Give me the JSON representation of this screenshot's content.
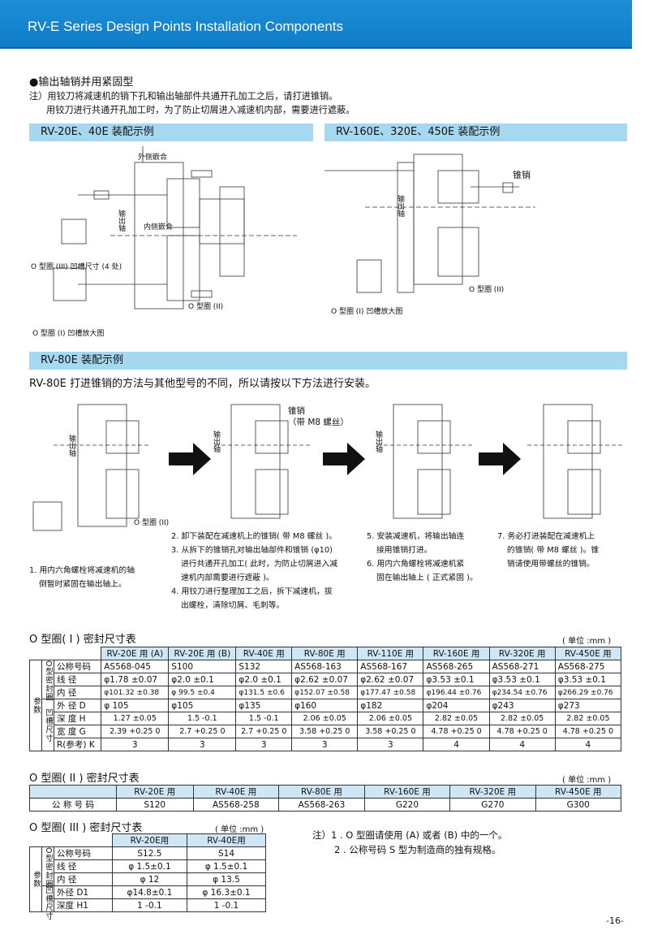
{
  "header": {
    "title": "RV-E Series Design Points Installation Components"
  },
  "intro": {
    "title": "●输出轴销并用紧固型",
    "note_line1": "注）用铰刀将减速机的销下孔和输出轴部件共通开孔加工之后，请打进锥销。",
    "note_line2": "用铰刀进行共通开孔加工时，为了防止切屑进入减速机内部，需要进行遮蔽。"
  },
  "sections": {
    "left_bar": "RV-20E、40E  装配示例",
    "right_bar": "RV-160E、320E、450E  装配示例",
    "rv80_bar": "RV-80E  装配示例",
    "rv80_intro": "RV-80E 打进锥销的方法与其他型号的不同，所以请按以下方法进行安装。"
  },
  "diagram_labels": {
    "outer_fit": "外侧嵌合",
    "output_shaft": "输出轴",
    "inner_fit": "内侧嵌合",
    "groove3": "O 型圈 (III) 凹槽尺寸 (4 处)",
    "oring2": "O 型圈 (II)",
    "groove1_zoom": "O 型圈 (I) 凹槽放大图",
    "taper_pin": "锥销",
    "taper_pin_m8": "锥销",
    "taper_pin_m8b": "（带 M8 螺丝）"
  },
  "steps": {
    "s1": [
      "1. 用内六角螺栓将减速机的轴",
      "倒暂时紧固在输出轴上。"
    ],
    "s2": [
      "2. 卸下装配在减速机上的锥销( 带 M8 螺丝 )。",
      "3. 从拆下的锥销孔对输出轴部件和锥销 (φ10)",
      "进行共通开孔加工( 此时，为防止切屑进入减",
      "速机内部需要进行遮蔽 )。",
      "4. 用铰刀进行整理加工之后，拆下减速机，拔",
      "出螺栓，清除切屑、毛刺等。"
    ],
    "s5": [
      "5. 安装减速机，将输出轴连",
      "接用锥销打进。",
      "6. 用内六角螺栓将减速机紧",
      "固在输出轴上 ( 正式紧固 )。"
    ],
    "s7": [
      "7. 务必打进装配在减速机上",
      "的锥销( 带 M8 螺丝 )。锥",
      "销请使用带螺丝的锥销。"
    ]
  },
  "table1": {
    "title": "O 型圈( I ) 密封尺寸表",
    "unit": "( 单位 :mm )",
    "side_param": "参数",
    "side_oring": "O型密封圈",
    "side_groove": "凹槽尺寸",
    "columns": [
      "RV-20E 用 (A)",
      "RV-20E 用 (B)",
      "RV-40E 用",
      "RV-80E 用",
      "RV-110E 用",
      "RV-160E 用",
      "RV-320E 用",
      "RV-450E 用"
    ],
    "rows": [
      {
        "label": "公称号码",
        "cells": [
          "AS568-045",
          "S100",
          "S132",
          "AS568-163",
          "AS568-167",
          "AS568-265",
          "AS568-271",
          "AS568-275"
        ]
      },
      {
        "label": "线    径",
        "cells": [
          "φ1.78 ±0.07",
          "φ2.0 ±0.1",
          "φ2.0 ±0.1",
          "φ2.62 ±0.07",
          "φ2.62 ±0.07",
          "φ3.53 ±0.1",
          "φ3.53 ±0.1",
          "φ3.53 ±0.1"
        ]
      },
      {
        "label": "内    径",
        "cells": [
          "φ101.32 ±0.38",
          "φ 99.5 ±0.4",
          "φ131.5 ±0.6",
          "φ152.07 ±0.58",
          "φ177.47 ±0.58",
          "φ196.44 ±0.76",
          "φ234.54 ±0.76",
          "φ266.29 ±0.76"
        ]
      },
      {
        "label": "外 径  D",
        "cells": [
          "φ 105",
          "φ105",
          "φ135",
          "φ160",
          "φ182",
          "φ204",
          "φ243",
          "φ273"
        ]
      },
      {
        "label": "深 度  H",
        "cells": [
          "1.27 ±0.05",
          "1.5  -0.1",
          "1.5  -0.1",
          "2.06 ±0.05",
          "2.06 ±0.05",
          "2.82 ±0.05",
          "2.82 ±0.05",
          "2.82 ±0.05"
        ]
      },
      {
        "label": "宽 度  G",
        "cells": [
          "2.39 +0.25 0",
          "2.7  +0.25 0",
          "2.7  +0.25 0",
          "3.58 +0.25 0",
          "3.58 +0.25 0",
          "4.78 +0.25 0",
          "4.78 +0.25 0",
          "4.78 +0.25 0"
        ]
      },
      {
        "label": "R(参考) K",
        "cells": [
          "3",
          "3",
          "3",
          "3",
          "3",
          "4",
          "4",
          "4"
        ]
      }
    ]
  },
  "table2": {
    "title": "O 型圈( II ) 密封尺寸表",
    "unit": "( 单位 :mm )",
    "columns": [
      "RV-20E 用",
      "RV-40E 用",
      "RV-80E 用",
      "RV-160E 用",
      "RV-320E 用",
      "RV-450E 用"
    ],
    "row_label": "公  称  号  码",
    "cells": [
      "S120",
      "AS568-258",
      "AS568-263",
      "G220",
      "G270",
      "G300"
    ]
  },
  "table3": {
    "title": "O 型圈( III ) 密封尺寸表",
    "unit": "( 单位 :mm )",
    "side_param": "参数",
    "side_oring": "O型密封圈",
    "side_groove": "凹槽尺寸",
    "columns": [
      "RV-20E用",
      "RV-40E用"
    ],
    "rows": [
      {
        "label": "公称号码",
        "cells": [
          "S12.5",
          "S14"
        ]
      },
      {
        "label": "线    径",
        "cells": [
          "φ 1.5±0.1",
          "φ 1.5±0.1"
        ]
      },
      {
        "label": "内    径",
        "cells": [
          "φ 12",
          "φ 13.5"
        ]
      },
      {
        "label": "外径  D1",
        "cells": [
          "φ14.8±0.1",
          "φ 16.3±0.1"
        ]
      },
      {
        "label": "深度  H1",
        "cells": [
          "1 -0.1",
          "1 -0.1"
        ]
      }
    ]
  },
  "footnote": {
    "line1": "注）1 . O 型圈请使用 (A) 或者 (B) 中的一个。",
    "line2": "2 . 公称号码 S 型为制造商的独有规格。"
  },
  "page_number": "-16-",
  "colors": {
    "header_blue": "#1488d0",
    "section_bar": "#a7d8f2",
    "table_header": "#cfe6f5"
  }
}
